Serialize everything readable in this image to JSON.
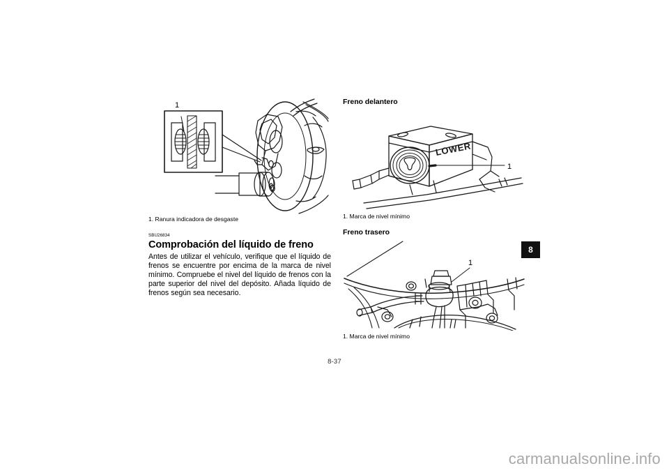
{
  "document": {
    "page_number": "8-37",
    "chapter_tab": "8",
    "watermark": "carmanualsonline.info"
  },
  "left_column": {
    "figure_pad_wear": {
      "name": "brake-pad-wear-indicator-illustration",
      "callout": "1",
      "caption": "1. Ranura indicadora de desgaste"
    },
    "reference_code": "SBU26834",
    "section_title": "Comprobación del líquido de freno",
    "body_paragraph": "Antes de utilizar el vehículo, verifique que el líquido de frenos se encuentre por encima de la marca de nivel mínimo. Compruebe el nivel del líquido de frenos con la parte superior del nivel del depósito. Añada líquido de frenos según sea necesario."
  },
  "right_column": {
    "front_brake": {
      "heading": "Freno delantero",
      "reservoir_label": "LOWER",
      "callout": "1",
      "caption": "1. Marca de nivel mínimo"
    },
    "rear_brake": {
      "heading": "Freno trasero",
      "callout": "1",
      "caption": "1. Marca de nivel mínimo"
    }
  },
  "colors": {
    "ink": "#000000",
    "watermark": "#a8a8a8",
    "tab_bg": "#111111"
  }
}
